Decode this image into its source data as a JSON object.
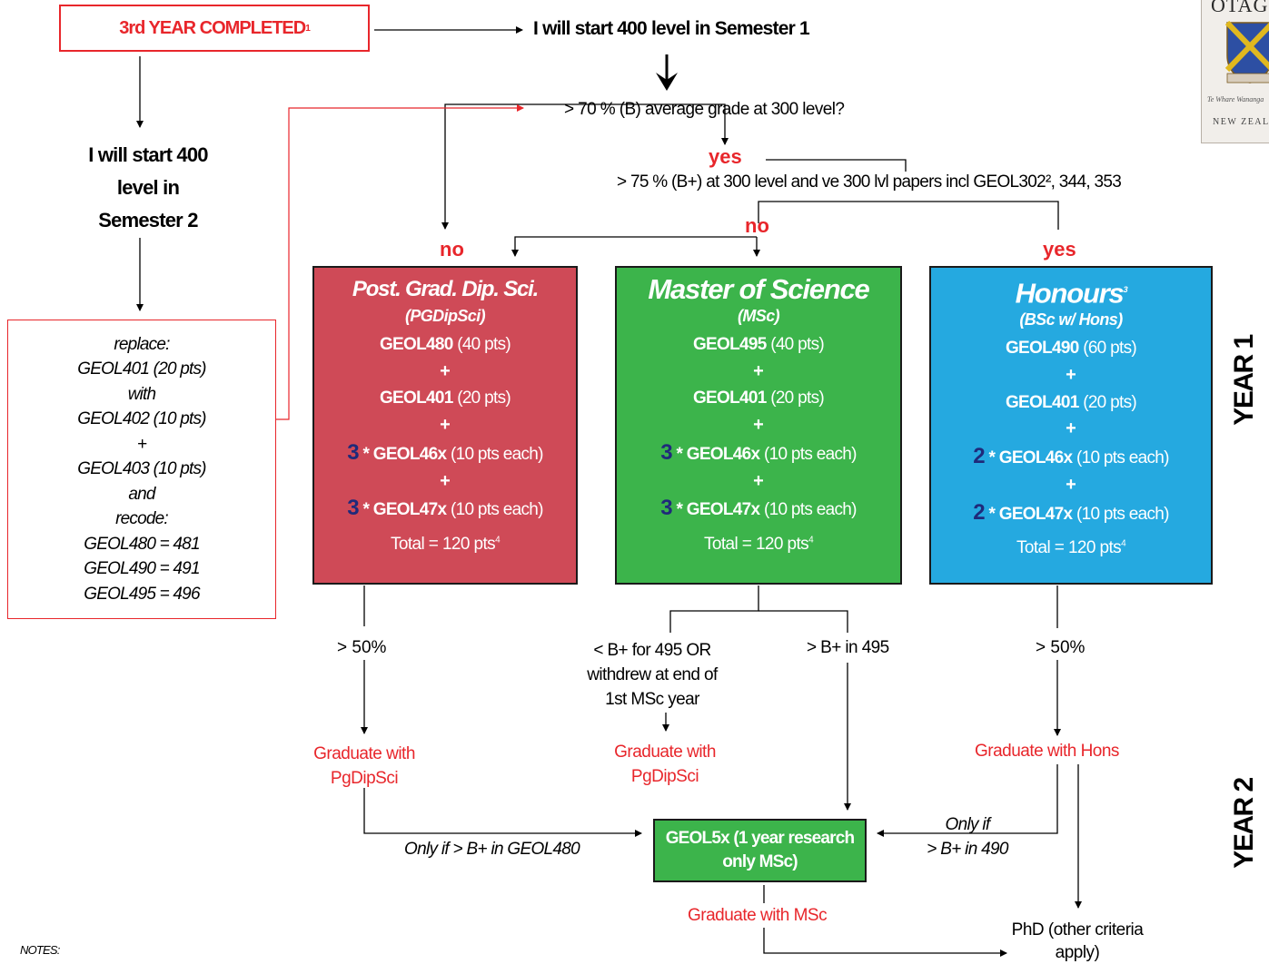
{
  "start_box": {
    "text": "3rd YEAR COMPLETED",
    "sup": "1"
  },
  "sem1_heading": "I will start 400 level in Semester 1",
  "sem2_heading": [
    "I will start 400",
    "level in",
    "Semester 2"
  ],
  "grade_question": "> 70 % (B) average grade at 300 level?",
  "yes_top": "yes",
  "honours_condition": "> 75 % (B+) at 300 level and   ve 300 lvl papers incl GEOL302², 344, 353",
  "no_middle": "no",
  "no_left": "no",
  "yes_right": "yes",
  "replace_box": [
    "replace:",
    "GEOL401 (20 pts)",
    "with",
    "GEOL402 (10 pts)",
    "+",
    "GEOL403 (10 pts)",
    "and",
    "recode:",
    "GEOL480 = 481",
    "GEOL490 = 491",
    "GEOL495 = 496"
  ],
  "programs": [
    {
      "title": "Post. Grad. Dip. Sci.",
      "abbr": "(PGDipSci)",
      "first": {
        "code": "GEOL480",
        "pts": " (40 pts)"
      },
      "second": {
        "code": "GEOL401",
        "pts": " (20 pts)"
      },
      "third": {
        "mult": "3",
        "code": " * GEOL46x",
        "pts": " (10 pts each)"
      },
      "fourth": {
        "mult": "3",
        "code": " * GEOL47x",
        "pts": " (10 pts each)"
      },
      "plus": "+",
      "total": "Total = 120 pts",
      "total_sup": "4"
    },
    {
      "title": "Master of Science",
      "abbr": "(MSc)",
      "first": {
        "code": "GEOL495",
        "pts": " (40 pts)"
      },
      "second": {
        "code": "GEOL401",
        "pts": " (20 pts)"
      },
      "third": {
        "mult": "3",
        "code": " * GEOL46x",
        "pts": " (10 pts each)"
      },
      "fourth": {
        "mult": "3",
        "code": " * GEOL47x",
        "pts": " (10 pts each)"
      },
      "plus": "+",
      "total": "Total = 120 pts",
      "total_sup": "4"
    },
    {
      "title": "Honours",
      "title_sup": "3",
      "abbr": "(BSc w/ Hons)",
      "first": {
        "code": "GEOL490",
        "pts": " (60 pts)"
      },
      "second": {
        "code": "GEOL401",
        "pts": " (20 pts)"
      },
      "third": {
        "mult": "2",
        "code": " * GEOL46x",
        "pts": " (10 pts each)"
      },
      "fourth": {
        "mult": "2",
        "code": " * GEOL47x",
        "pts": " (10 pts each)"
      },
      "plus": "+",
      "total": "Total = 120 pts",
      "total_sup": "4"
    }
  ],
  "year1": "YEAR 1",
  "year2": "YEAR 2",
  "pg_threshold": "> 50%",
  "msc_fail": [
    "< B+ for 495 OR",
    "withdrew at end of",
    "1st MSc year"
  ],
  "msc_pass": "> B+ in 495",
  "hons_threshold": "> 50%",
  "grad_pgdip_left": [
    "Graduate with",
    "PgDipSci"
  ],
  "grad_pgdip_mid": [
    "Graduate with",
    "PgDipSci"
  ],
  "grad_hons": "Graduate with Hons",
  "only_if_480": "Only if > B+ in GEOL480",
  "only_if_490": [
    "Only if",
    "> B+ in 490"
  ],
  "research_box": [
    "GEOL5x (1 year research",
    "only MSc)"
  ],
  "grad_msc": "Graduate with MSc",
  "phd": [
    "PhD (other criteria",
    "apply)"
  ],
  "notes": "NOTES:",
  "logo": {
    "top": "OTAG",
    "motto": "Te Whare Wananga",
    "country": "NEW ZEAL"
  },
  "colors": {
    "red": "#e8262b",
    "pgdip": "#cf4a57",
    "msc": "#3cb44b",
    "hons": "#25a9e0",
    "mult": "#1f2a7a"
  }
}
